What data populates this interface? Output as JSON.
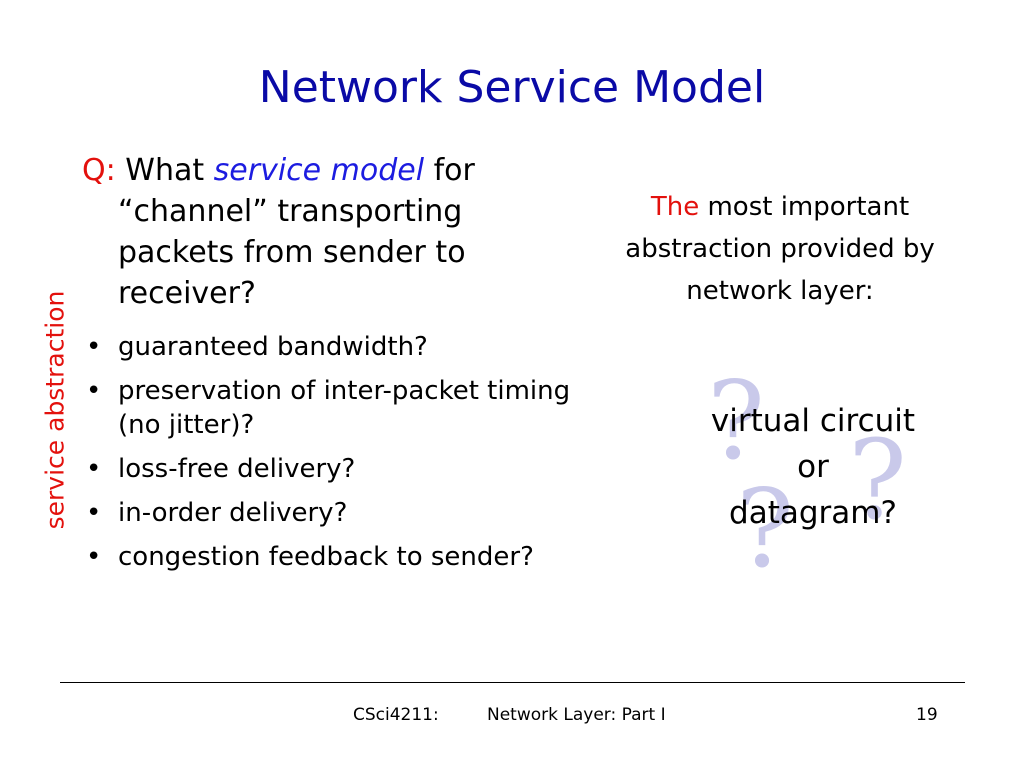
{
  "slide": {
    "title": "Network Service Model",
    "side_label": "service abstraction",
    "question": {
      "prefix": "Q:",
      "text_before": "What",
      "emphasis": "service model",
      "text_after": "for “channel” transporting packets from sender to receiver?"
    },
    "bullet_symbol": "•",
    "bullets": [
      "guaranteed bandwidth?",
      "preservation of inter-packet timing (no jitter)?",
      "loss-free delivery?",
      "in-order delivery?",
      "congestion feedback to sender?"
    ],
    "note": {
      "highlight": "The",
      "text": "most important abstraction provided by network layer:"
    },
    "choice": {
      "line1": "virtual circuit",
      "line2": "or",
      "line3": "datagram?"
    },
    "decorative_symbol": "?"
  },
  "footer": {
    "course": "CSci4211:",
    "title": "Network Layer: Part I",
    "page": "19"
  },
  "colors": {
    "title": "#0a0aa6",
    "accent_red": "#e3110d",
    "emphasis_blue": "#1c1ce0",
    "question_marks": "#c9c9ea"
  }
}
